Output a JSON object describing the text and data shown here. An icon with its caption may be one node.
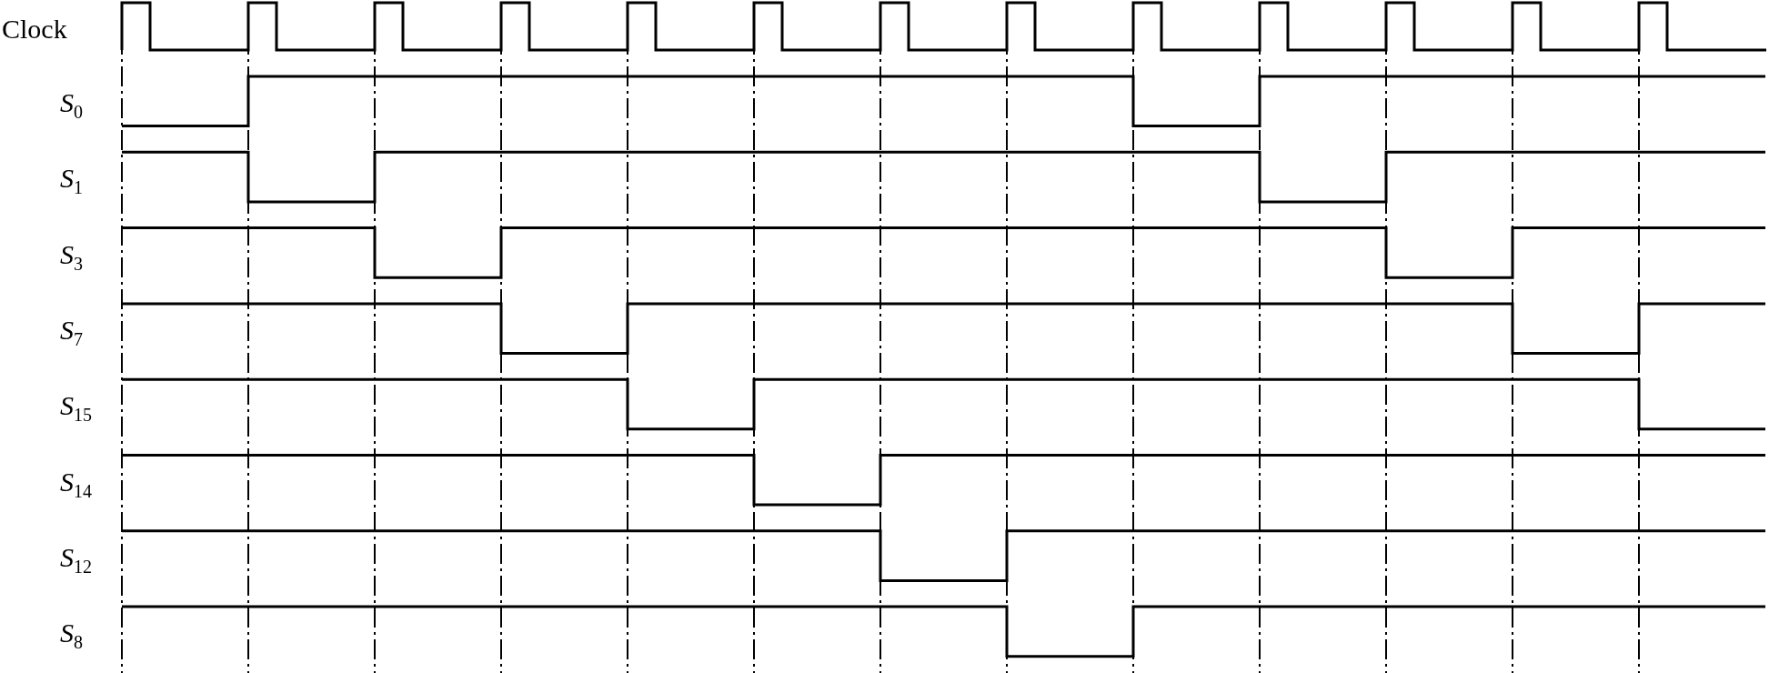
{
  "diagram": {
    "labels": [
      "Clock",
      "*S*$_{0}$",
      "*S*$_{1}$",
      "*S*$_{3}$",
      "*S*$_{7}$",
      "*S*$_{15}$",
      "*S*$_{14}$",
      "*S*$_{12}$",
      "*S*$_{8}$"
    ]
  }
}
